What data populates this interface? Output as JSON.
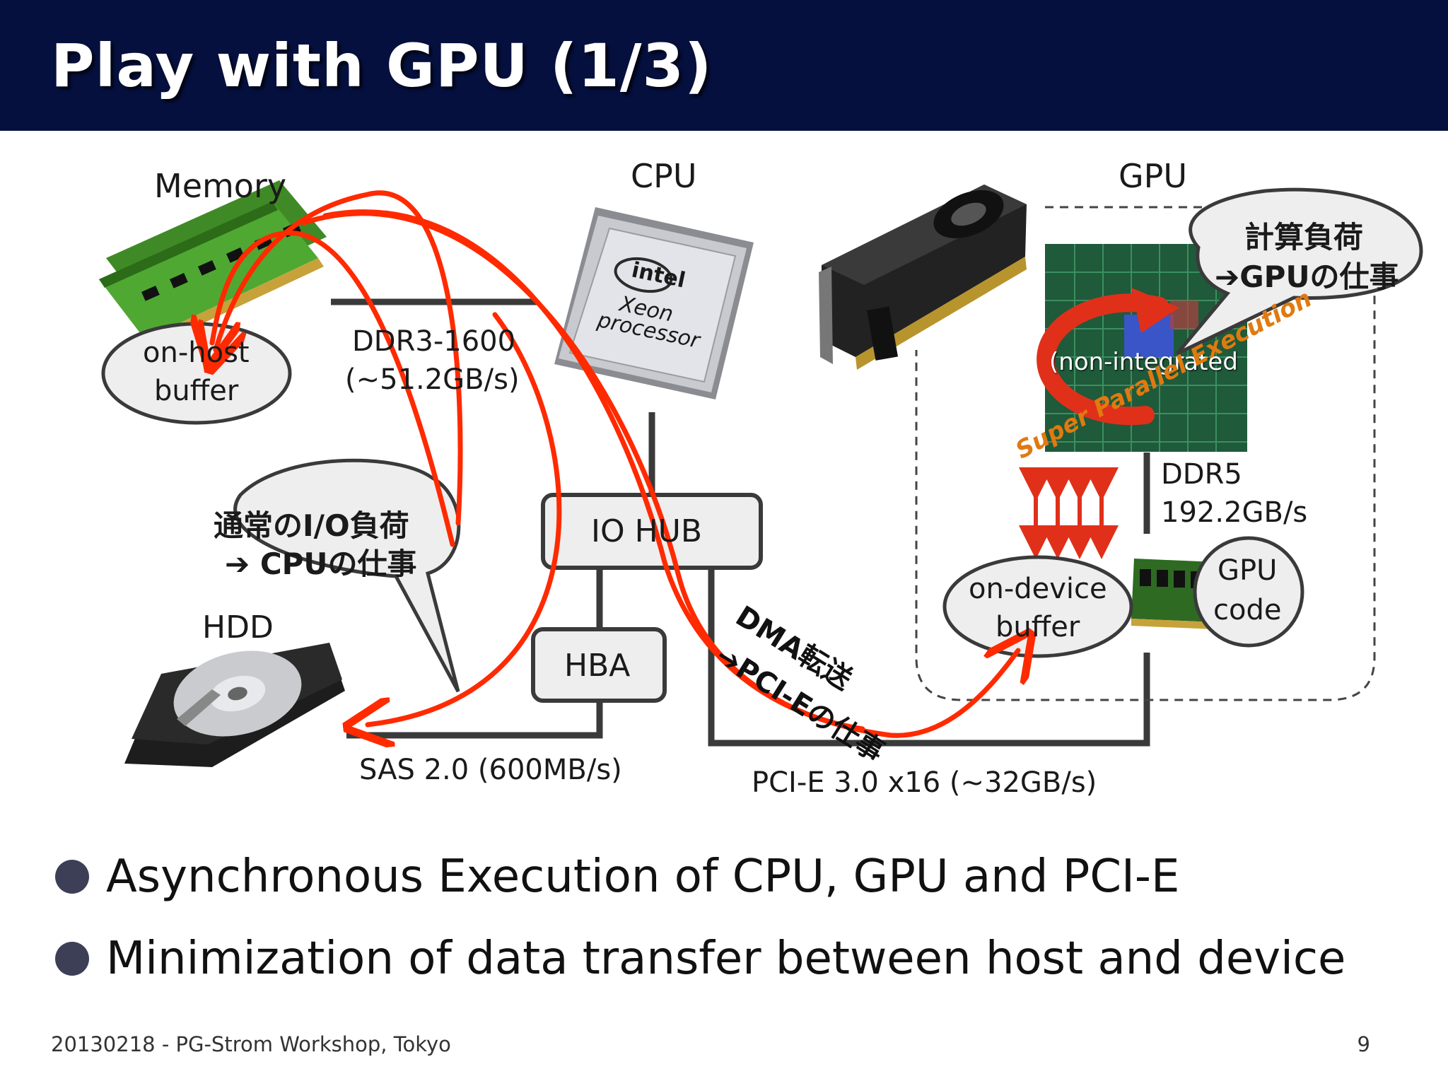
{
  "title": "Play with GPU (1/3)",
  "labels": {
    "memory": "Memory",
    "cpu": "CPU",
    "gpu": "GPU",
    "hdd": "HDD",
    "ddr3": "DDR3-1600",
    "ddr3_bw": "(~51.2GB/s)",
    "io_hub": "IO HUB",
    "hba": "HBA",
    "sas": "SAS 2.0 (600MB/s)",
    "pcie": "PCI-E 3.0 x16 (~32GB/s)",
    "ddr5": "DDR5",
    "ddr5_bw": "192.2GB/s",
    "on_host_1": "on-host",
    "on_host_2": "buffer",
    "on_device_1": "on-device",
    "on_device_2": "buffer",
    "gpu_code_1": "GPU",
    "gpu_code_2": "code",
    "chip_overlay": "(non-integrated",
    "super_parallel": "Super Parallel Execution",
    "intel_logo": "intel",
    "xeon_1": "Xeon",
    "xeon_2": "processor",
    "dma_1": "DMA転送",
    "dma_2": "➔PCI-Eの仕事"
  },
  "callouts": {
    "io_load_1": "通常のI/O負荷",
    "io_load_2": "➔ CPUの仕事",
    "compute_load_1": "計算負荷",
    "compute_load_2": "➔GPUの仕事"
  },
  "bullets": [
    "Asynchronous Execution of CPU, GPU and PCI-E",
    "Minimization of data transfer between host and device"
  ],
  "footer": "20130218 - PG-Strom Workshop, Tokyo",
  "page_number": "9",
  "colors": {
    "header_bg": "#05103f",
    "arrow": "#ff2a00",
    "box_fill": "#eeeeee",
    "line": "#3a3a3a",
    "bullet_dot": "#3c3f56"
  }
}
